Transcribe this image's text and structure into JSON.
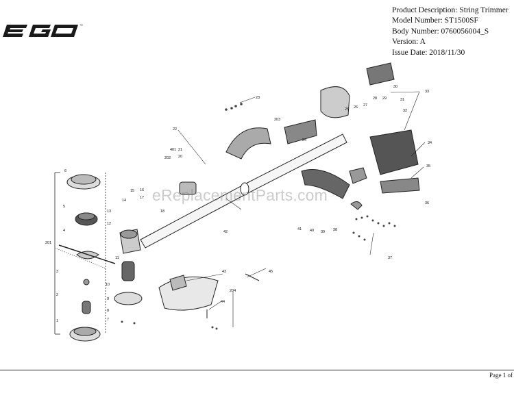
{
  "brand": {
    "logo_text": "EGO"
  },
  "header": {
    "product_description": "Product Description: String Trimmer",
    "model_number": "Model Number: ST1500SF",
    "body_number": "Body Number: 0760056004_S",
    "version": "Version: A",
    "issue_date": "Issue Date: 2018/11/30"
  },
  "watermark": "eReplacementParts.com",
  "footer": {
    "page": "Page 1 of"
  },
  "callouts": [
    "1",
    "2",
    "3",
    "4",
    "5",
    "6",
    "7",
    "8",
    "9",
    "10",
    "11",
    "12",
    "13",
    "14",
    "15",
    "16",
    "17",
    "18",
    "20",
    "21",
    "22",
    "23",
    "24",
    "25",
    "26",
    "27",
    "28",
    "29",
    "30",
    "31",
    "32",
    "33",
    "34",
    "35",
    "36",
    "37",
    "38",
    "39",
    "40",
    "41",
    "42",
    "43",
    "44",
    "45",
    "201",
    "202",
    "203",
    "204",
    "401"
  ]
}
